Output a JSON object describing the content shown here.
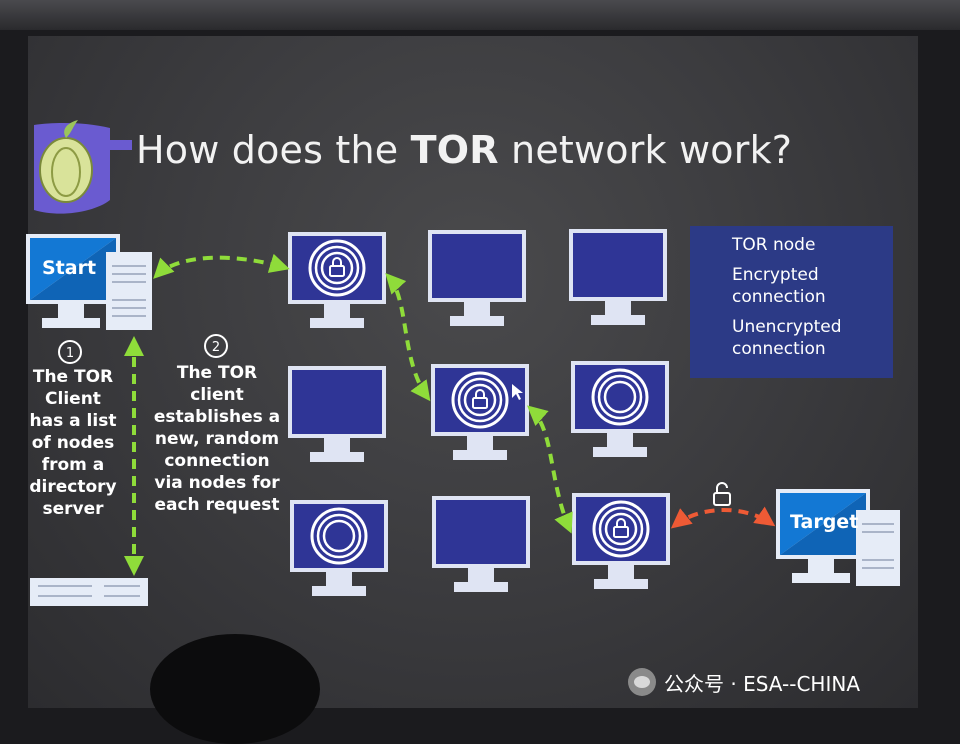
{
  "title": {
    "prefix": "How does the ",
    "bold": "TOR",
    "suffix": " network work?"
  },
  "start_label": "Start",
  "target_label": "Target",
  "step1": {
    "number": "1",
    "lines": [
      "The TOR",
      "Client",
      "has a list",
      "of nodes",
      "from a",
      "directory",
      "server"
    ]
  },
  "step2": {
    "number": "2",
    "lines": [
      "The TOR",
      "client",
      "establishes a",
      "new, random",
      "connection",
      "via nodes for",
      "each request"
    ]
  },
  "legend": {
    "tor_node": "TOR node",
    "encrypted": [
      "Encrypted",
      "connection"
    ],
    "unencrypted": [
      "Unencrypted",
      "connection"
    ]
  },
  "watermark": "公众号 · ESA--CHINA",
  "colors": {
    "screen_blue": "#2f3596",
    "monitor_frame": "#dfe4f3",
    "encrypted_arrow": "#8fdc3a",
    "unencrypted_arrow": "#ee5a35",
    "start_target_blue": "#1378d4",
    "legend_bg": "#2c3a86"
  },
  "icons": {
    "logo": "tor-onion-logo",
    "node": "tor-node-rings-icon",
    "lock": "padlock-icon",
    "open_lock": "open-padlock-icon"
  }
}
